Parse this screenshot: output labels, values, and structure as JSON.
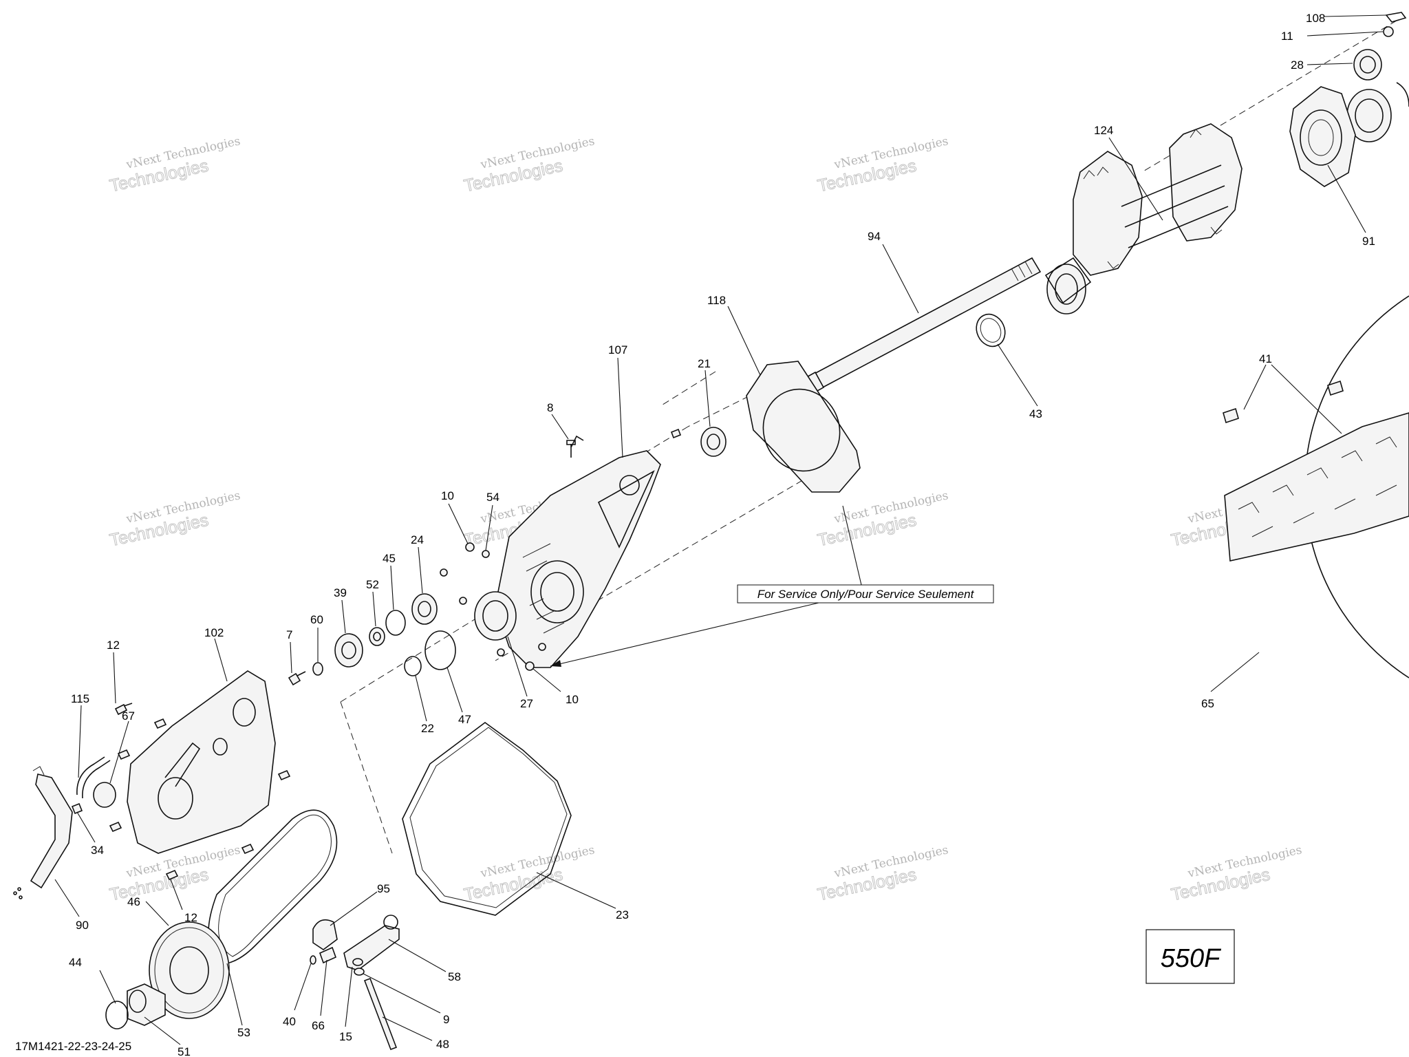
{
  "diagram": {
    "drawing_code": "17M1421-22-23-24-25",
    "model_box": "550F",
    "service_note": "For Service Only/Pour Service Seulement",
    "watermark": {
      "line1": "vNext Technologies",
      "line2": "Technologies"
    },
    "part_labels": [
      {
        "id": "p108",
        "text": "108"
      },
      {
        "id": "p11",
        "text": "11"
      },
      {
        "id": "p28",
        "text": "28"
      },
      {
        "id": "p124",
        "text": "124"
      },
      {
        "id": "p91",
        "text": "91"
      },
      {
        "id": "p94",
        "text": "94"
      },
      {
        "id": "p118",
        "text": "118"
      },
      {
        "id": "p107",
        "text": "107"
      },
      {
        "id": "p21",
        "text": "21"
      },
      {
        "id": "p43",
        "text": "43"
      },
      {
        "id": "p41",
        "text": "41"
      },
      {
        "id": "p8",
        "text": "8"
      },
      {
        "id": "p10a",
        "text": "10"
      },
      {
        "id": "p54",
        "text": "54"
      },
      {
        "id": "p24",
        "text": "24"
      },
      {
        "id": "p45",
        "text": "45"
      },
      {
        "id": "p52",
        "text": "52"
      },
      {
        "id": "p39",
        "text": "39"
      },
      {
        "id": "p60",
        "text": "60"
      },
      {
        "id": "p7",
        "text": "7"
      },
      {
        "id": "p102",
        "text": "102"
      },
      {
        "id": "p12a",
        "text": "12"
      },
      {
        "id": "p115",
        "text": "115"
      },
      {
        "id": "p67",
        "text": "67"
      },
      {
        "id": "p22",
        "text": "22"
      },
      {
        "id": "p47",
        "text": "47"
      },
      {
        "id": "p27",
        "text": "27"
      },
      {
        "id": "p10b",
        "text": "10"
      },
      {
        "id": "p65",
        "text": "65"
      },
      {
        "id": "p34",
        "text": "34"
      },
      {
        "id": "p23",
        "text": "23"
      },
      {
        "id": "p90",
        "text": "90"
      },
      {
        "id": "p46",
        "text": "46"
      },
      {
        "id": "p12b",
        "text": "12"
      },
      {
        "id": "p95",
        "text": "95"
      },
      {
        "id": "p44",
        "text": "44"
      },
      {
        "id": "p58",
        "text": "58"
      },
      {
        "id": "p9",
        "text": "9"
      },
      {
        "id": "p53",
        "text": "53"
      },
      {
        "id": "p40",
        "text": "40"
      },
      {
        "id": "p66",
        "text": "66"
      },
      {
        "id": "p15",
        "text": "15"
      },
      {
        "id": "p48",
        "text": "48"
      },
      {
        "id": "p51",
        "text": "51"
      }
    ]
  }
}
